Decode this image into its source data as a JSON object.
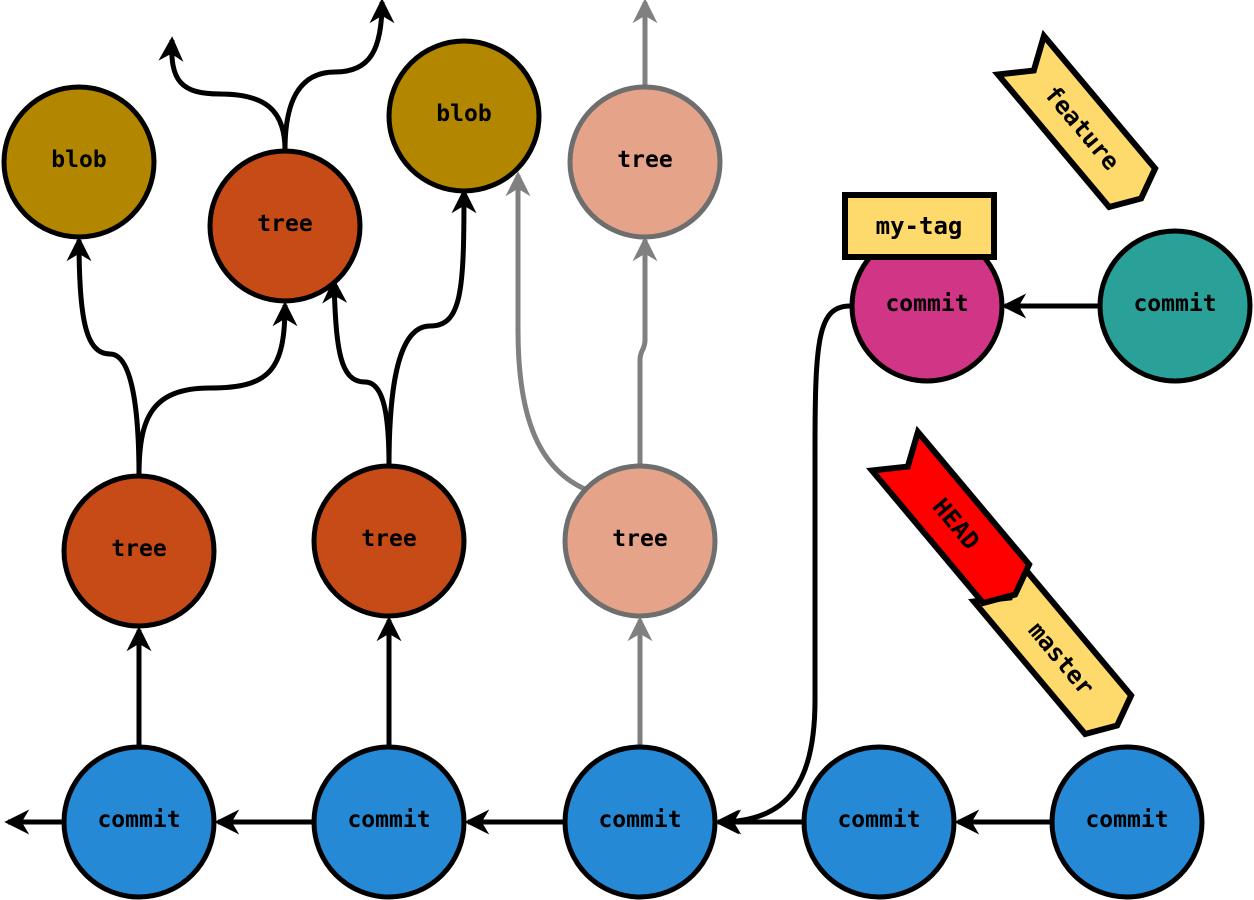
{
  "colors": {
    "commit": "#2689d6",
    "tree": "#c74b16",
    "tree_faded": "#e5a48a",
    "blob": "#b38600",
    "commit_tagged": "#d13586",
    "commit_feature": "#2aa198",
    "ref_yellow": "#fed96b",
    "head_red": "#ff0000"
  },
  "nodes": {
    "commit_1": "commit",
    "commit_2": "commit",
    "commit_3": "commit",
    "commit_4": "commit",
    "commit_5": "commit",
    "commit_tagged": "commit",
    "commit_feature": "commit",
    "tree_1": "tree",
    "tree_2": "tree",
    "tree_3": "tree",
    "tree_sub": "tree",
    "tree_faded_top": "tree",
    "blob_1": "blob",
    "blob_2": "blob"
  },
  "refs": {
    "feature": "feature",
    "tag": "my-tag",
    "head": "HEAD",
    "master": "master"
  }
}
